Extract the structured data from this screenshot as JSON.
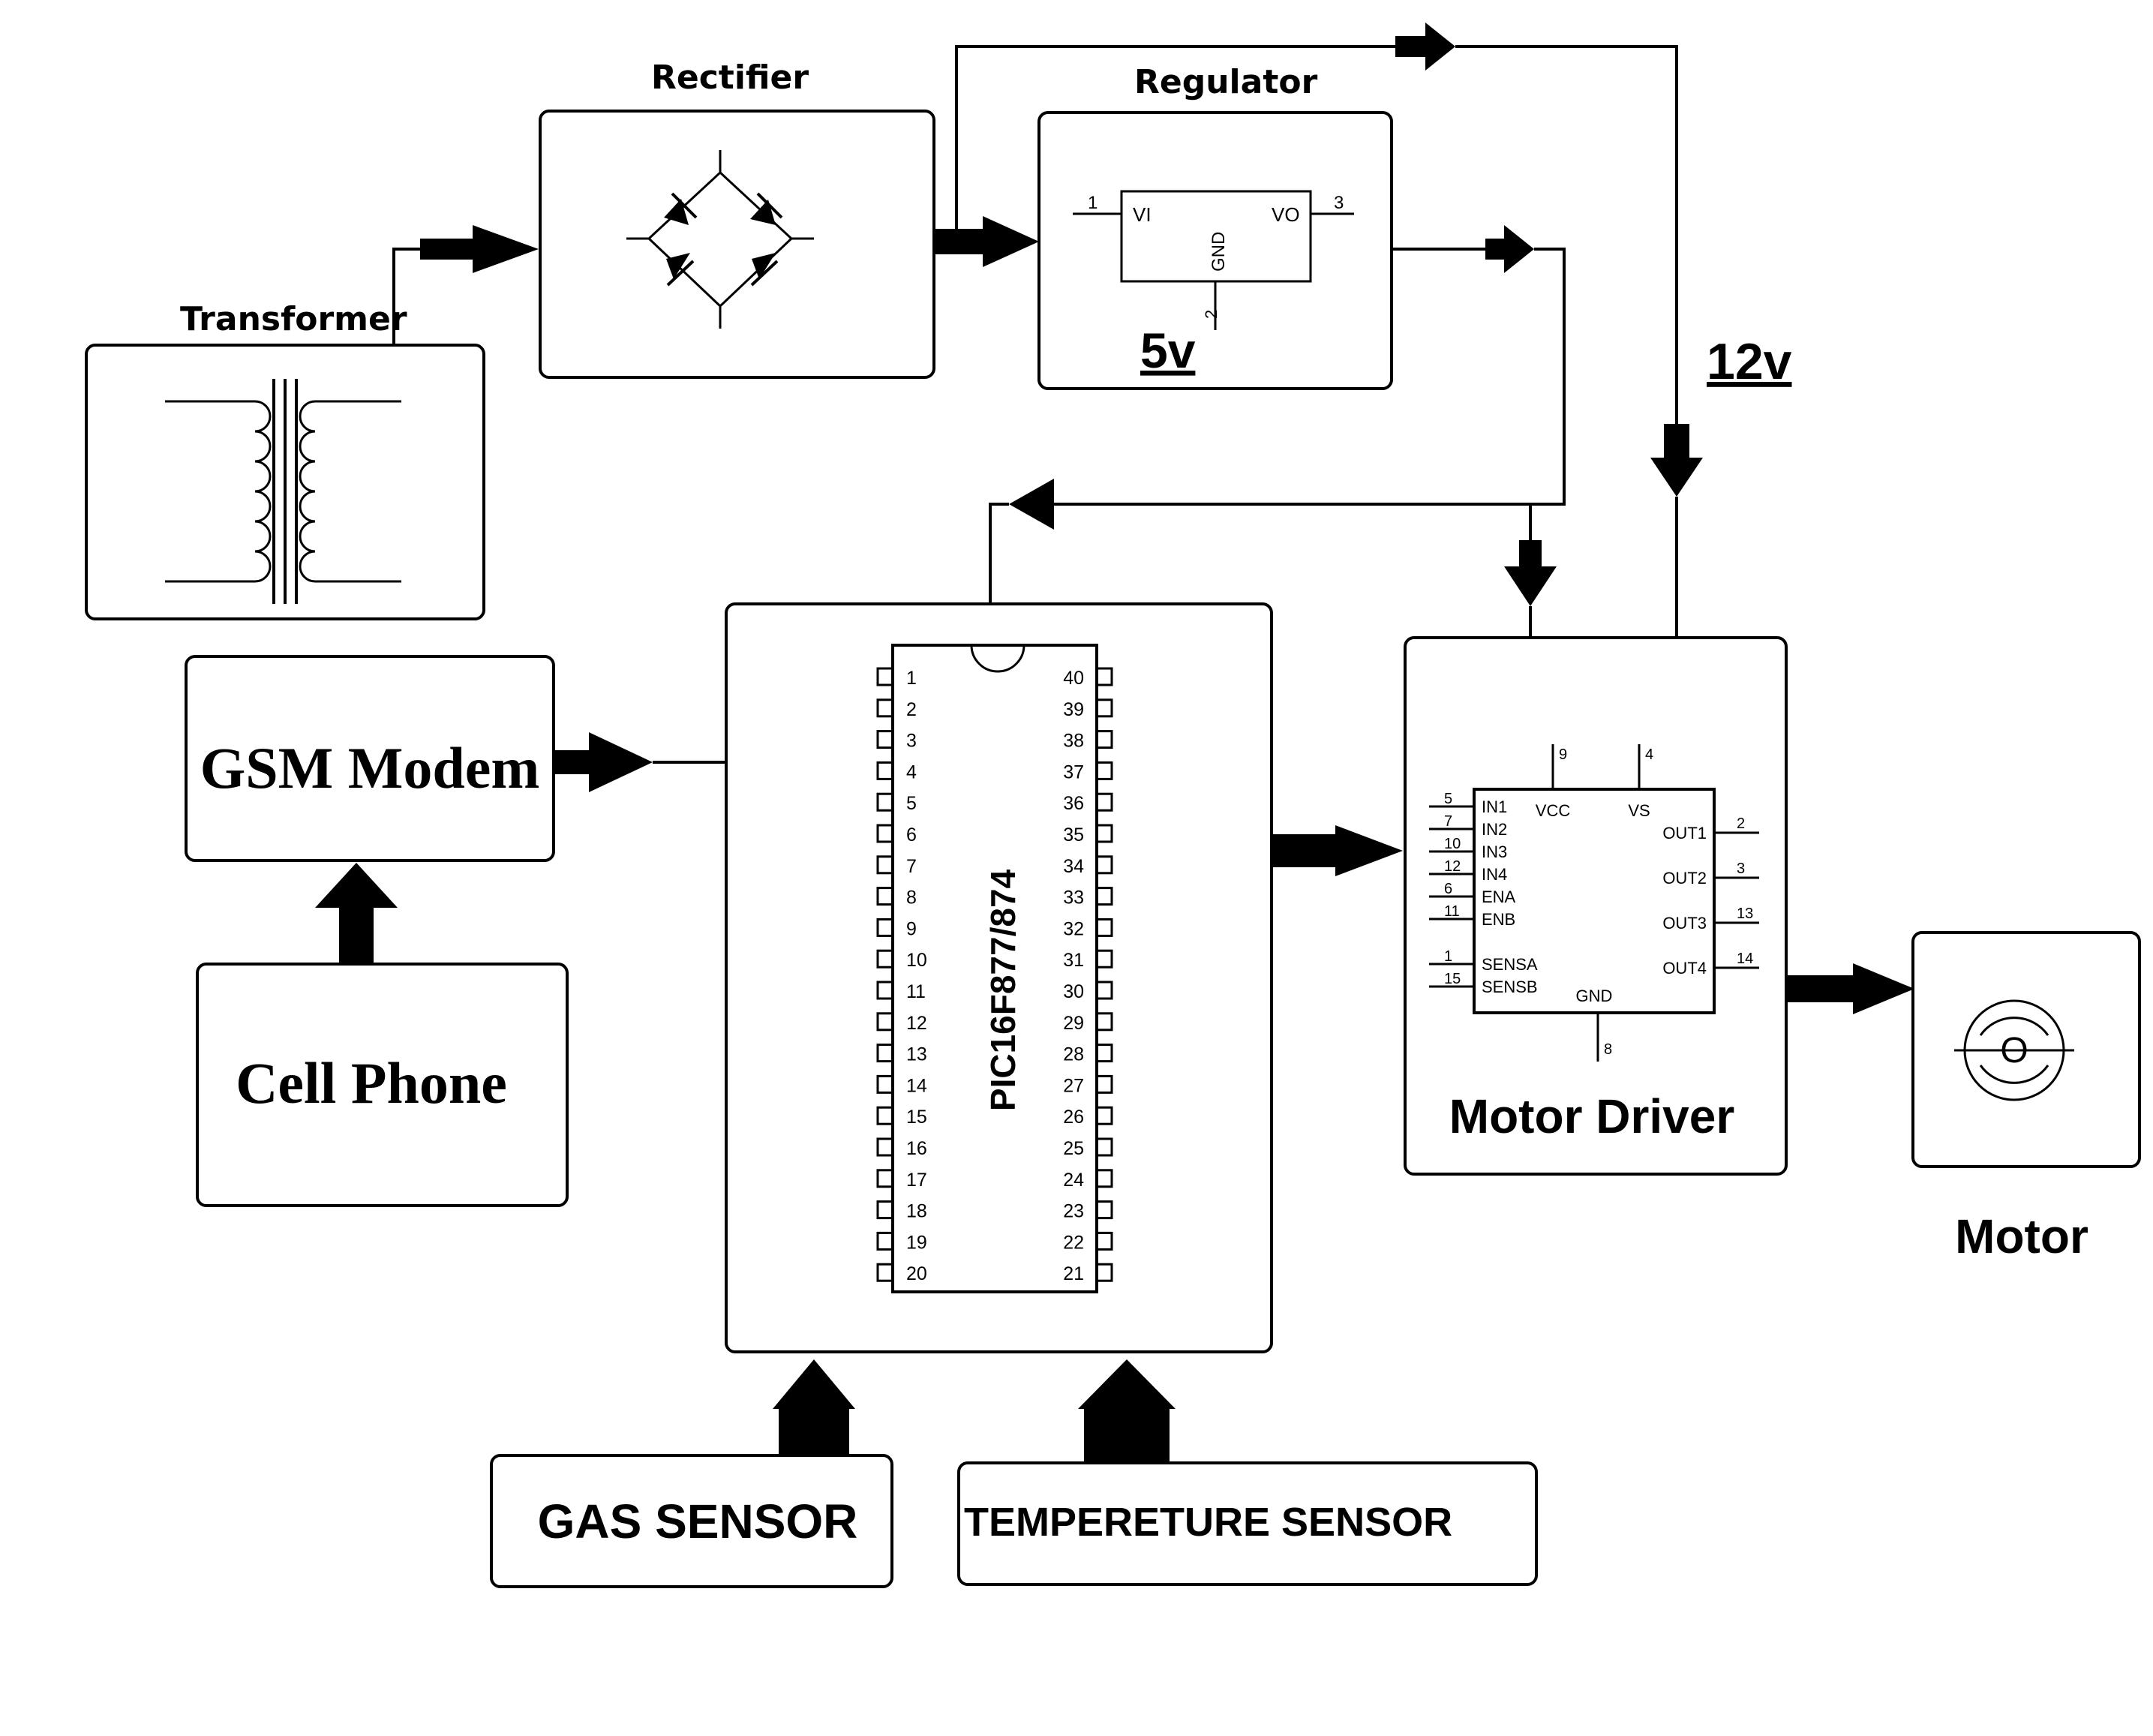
{
  "labels": {
    "rectifier": "Rectifier",
    "regulator": "Regulator",
    "transformer": "Transformer",
    "v5": "5v",
    "v12": "12v",
    "gsm": "GSM Modem",
    "cellphone": "Cell Phone",
    "mcu": "PIC16F877/874",
    "motor_driver": "Motor Driver",
    "motor": "Motor",
    "gas": "GAS SENSOR",
    "temp": "TEMPERETURE SENSOR"
  },
  "regulator_pins": {
    "vi": "VI",
    "vo": "VO",
    "gnd": "GND",
    "pin1": "1",
    "pin2": "2",
    "pin3": "3"
  },
  "mcu_pins_left": [
    "1",
    "2",
    "3",
    "4",
    "5",
    "6",
    "7",
    "8",
    "9",
    "10",
    "11",
    "12",
    "13",
    "14",
    "15",
    "16",
    "17",
    "18",
    "19",
    "20"
  ],
  "mcu_pins_right": [
    "40",
    "39",
    "38",
    "37",
    "36",
    "35",
    "34",
    "33",
    "32",
    "31",
    "30",
    "29",
    "28",
    "27",
    "26",
    "25",
    "24",
    "23",
    "22",
    "21"
  ],
  "driver_pins": {
    "in1": "IN1",
    "in2": "IN2",
    "in3": "IN3",
    "in4": "IN4",
    "ena": "ENA",
    "enb": "ENB",
    "sensa": "SENSA",
    "sensb": "SENSB",
    "vcc": "VCC",
    "vs": "VS",
    "gnd": "GND",
    "out1": "OUT1",
    "out2": "OUT2",
    "out3": "OUT3",
    "out4": "OUT4",
    "n_in1": "5",
    "n_in2": "7",
    "n_in3": "10",
    "n_in4": "12",
    "n_ena": "6",
    "n_enb": "11",
    "n_sensa": "1",
    "n_sensb": "15",
    "n_vcc": "9",
    "n_vs": "4",
    "n_gnd": "8",
    "n_out1": "2",
    "n_out2": "3",
    "n_out3": "13",
    "n_out4": "14"
  },
  "motor_symbol": "O"
}
